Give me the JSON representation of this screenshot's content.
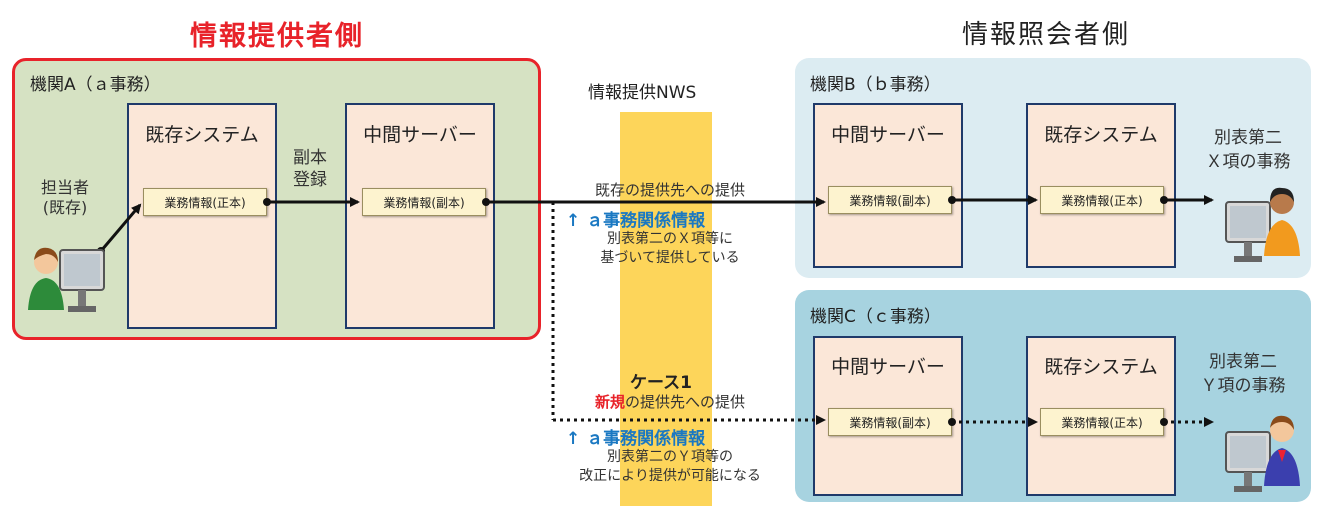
{
  "headings": {
    "provider": "情報提供者側",
    "requester": "情報照会者側"
  },
  "orgs": {
    "a": "機関A（ａ事務）",
    "b": "機関B（ｂ事務）",
    "c": "機関C（ｃ事務）"
  },
  "columns": {
    "existing_system": "既存システム",
    "intermediate_server": "中間サーバー"
  },
  "info_boxes": {
    "original": "業務情報(正本)",
    "copy": "業務情報(副本)"
  },
  "labels": {
    "staff_line1": "担当者",
    "staff_line2": "(既存)",
    "copy_reg_line1": "副本",
    "copy_reg_line2": "登録",
    "nws": "情報提供NWS",
    "case1": "ケース1",
    "existing_dest": "既存の提供先への提供",
    "new_prefix": "新規",
    "new_suffix": "の提供先への提供",
    "a_info": "↑ ａ事務関係情報",
    "x_note_line1": "別表第二のＸ項等に",
    "x_note_line2": "基づいて提供している",
    "y_note_line1": "別表第二のＹ項等の",
    "y_note_line2": "改正により提供が可能になる",
    "x_task_line1": "別表第二",
    "x_task_line2": "Ｘ項の事務",
    "y_task_line1": "別表第二",
    "y_task_line2": "Ｙ項の事務"
  },
  "colors": {
    "provider_red": "#e8232a",
    "org_a_fill": "#d6e2c3",
    "org_b_fill": "#dcecf2",
    "org_c_fill": "#a7d3e0",
    "column_fill": "#fbe7d8",
    "column_border": "#1f3a6a",
    "nws_band": "#fdd55a",
    "accent_blue": "#1a78c2"
  }
}
